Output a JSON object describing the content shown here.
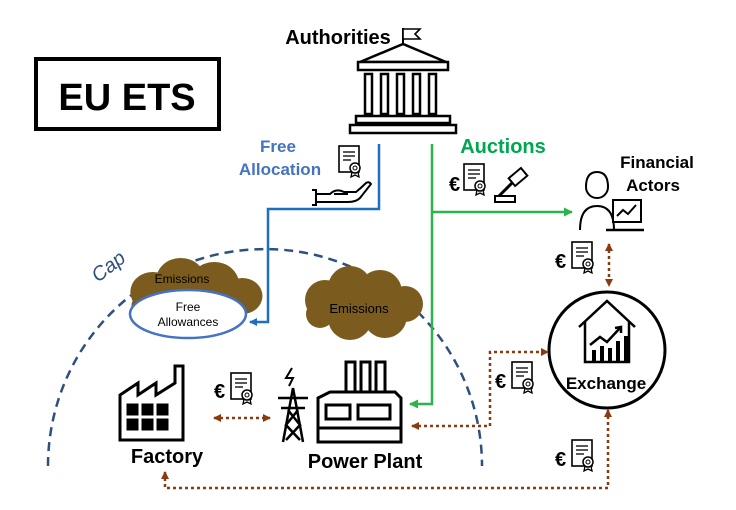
{
  "title": "EU ETS",
  "labels": {
    "authorities": "Authorities",
    "free_allocation_line1": "Free",
    "free_allocation_line2": "Allocation",
    "auctions": "Auctions",
    "financial_actors_line1": "Financial",
    "financial_actors_line2": "Actors",
    "cap": "Cap",
    "emissions_factory": "Emissions",
    "free_allowances_line1": "Free",
    "free_allowances_line2": "Allowances",
    "emissions_power": "Emissions",
    "exchange": "Exchange",
    "factory": "Factory",
    "power_plant": "Power Plant"
  },
  "symbols": {
    "euro": "€"
  },
  "colors": {
    "free_allocation": "#4472c4",
    "auctions": "#00a650",
    "flow_line_blue": "#1f6fc0",
    "flow_line_green": "#2db34a",
    "trade_arrow": "#8b3a0f",
    "emissions_cloud": "#7b5c1e",
    "cap_arc": "#2f4f7f",
    "icons": "#000000"
  },
  "icons": [
    "flag-icon",
    "courthouse-icon",
    "certificate-icon",
    "giving-hand-icon",
    "gavel-icon",
    "person-laptop-icon",
    "house-chart-icon",
    "factory-icon",
    "power-plant-icon",
    "pylon-icon"
  ]
}
